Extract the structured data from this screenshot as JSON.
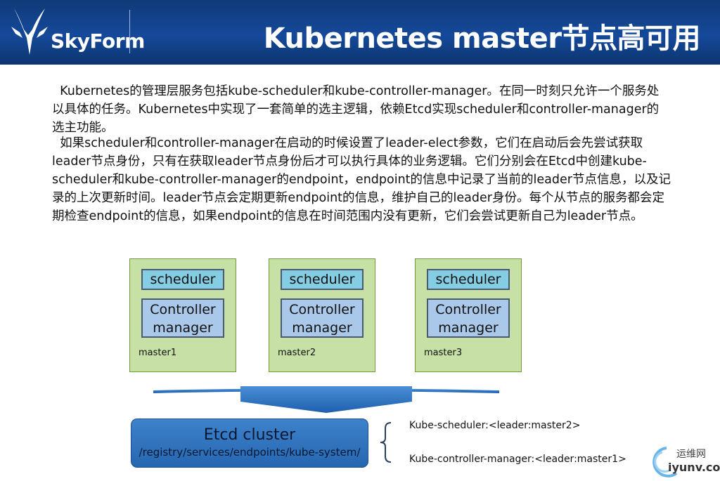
{
  "header": {
    "brand": "SkyForm",
    "title": "Kubernetes master节点高可用"
  },
  "paragraphs": [
    "  Kubernetes的管理层服务包括kube-scheduler和kube-controller-manager。在同一时刻只允许一个服务处以具体的任务。Kubernetes中实现了一套简单的选主逻辑，依赖Etcd实现scheduler和controller-manager的选主功能。",
    "  如果scheduler和controller-manager在启动的时候设置了leader-elect参数，它们在启动后会先尝试获取leader节点身份，只有在获取leader节点身份后才可以执行具体的业务逻辑。它们分别会在Etcd中创建kube-scheduler和kube-controller-manager的endpoint，endpoint的信息中记录了当前的leader节点信息，以及记录的上次更新时间。leader节点会定期更新endpoint的信息，维护自己的leader身份。每个从节点的服务都会定期检查endpoint的信息，如果endpoint的信息在时间范围内没有更新，它们会尝试更新自己为leader节点。"
  ],
  "masters": [
    {
      "scheduler": "scheduler",
      "controller_line1": "Controller",
      "controller_line2": "manager",
      "label": "master1"
    },
    {
      "scheduler": "scheduler",
      "controller_line1": "Controller",
      "controller_line2": "manager",
      "label": "master2"
    },
    {
      "scheduler": "scheduler",
      "controller_line1": "Controller",
      "controller_line2": "manager",
      "label": "master3"
    }
  ],
  "etcd": {
    "title": "Etcd cluster",
    "path": "/registry/services/endpoints/kube-system/"
  },
  "notes": [
    "Kube-scheduler:<leader:master2>",
    "Kube-controller-manager:<leader:master1>"
  ],
  "watermark": {
    "cn": "运维网",
    "en": "iyunv.com"
  },
  "colors": {
    "header_bg": "#15499a",
    "master_bg": "#c6e0a6",
    "scheduler_bg": "#84cde2",
    "controller_bg": "#a9c8ea",
    "etcd_bg": "#2566b0"
  }
}
